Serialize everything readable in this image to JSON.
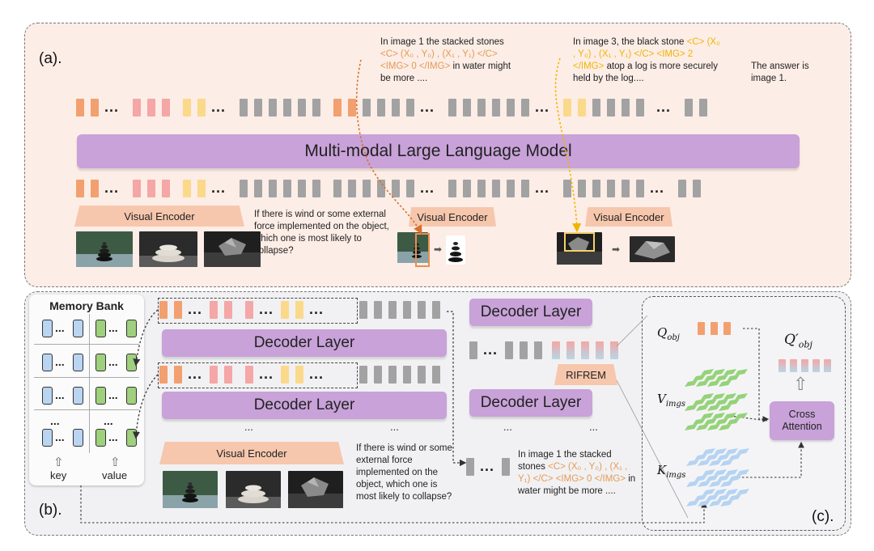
{
  "panel_a": {
    "label": "(a).",
    "mllm_label": "Multi-modal Large Language Model",
    "question": "If there is wind or some external force implemented on the object, which one is most likely to collapse?",
    "visual_encoder": "Visual Encoder",
    "answer_1": {
      "lead": "In image 1 the stacked stones",
      "tokens": "<C> (X₀ , Y₀) , (X₁ , Y₁) </C> <IMG> 0 </IMG>",
      "tail": "in water might be more ...."
    },
    "answer_2": {
      "lead": "In image 3, the black stone",
      "tokens": "<C> (X₀ , Y₀) , (X₁ , Y₁) </C> <IMG> 2 </IMG>",
      "tail": "atop a log is more securely held by the log...."
    },
    "final_answer": "The  answer is image 1."
  },
  "panel_b": {
    "label": "(b).",
    "memory_bank_title": "Memory Bank",
    "key_label": "key",
    "value_label": "value",
    "decoder_layer": "Decoder Layer",
    "visual_encoder": "Visual Encoder",
    "rifrem": "RIFREM",
    "ellipsis": "...",
    "question": "If there is wind or some external force implemented on the object, which one is most likely to collapse?",
    "answer": {
      "lead": "In image 1 the stacked stones",
      "tokens": "<C> (X₀ , Y₀) , (X₁ , Y₁) </C> <IMG> 0 </IMG>",
      "tail": "in water might be more ...."
    }
  },
  "panel_c": {
    "label": "(c).",
    "q_obj": "Q",
    "q_obj_sub": "obj",
    "q_obj_prime": "Q′",
    "q_obj_prime_sub": "obj",
    "v_imgs": "V",
    "v_imgs_sub": "imgs",
    "k_imgs": "K",
    "k_imgs_sub": "imgs",
    "cross_attention": "Cross Attention"
  },
  "colors": {
    "token_orange": "#f2a06f",
    "token_pink": "#f5a6a6",
    "token_yellow": "#fbd98a",
    "token_gray": "#a2a2a2",
    "decoder_purple": "#c8a2d8",
    "encoder_peach": "#f6c7ad",
    "orange_text": "#e59a53",
    "yellow_text": "#f2b400"
  }
}
